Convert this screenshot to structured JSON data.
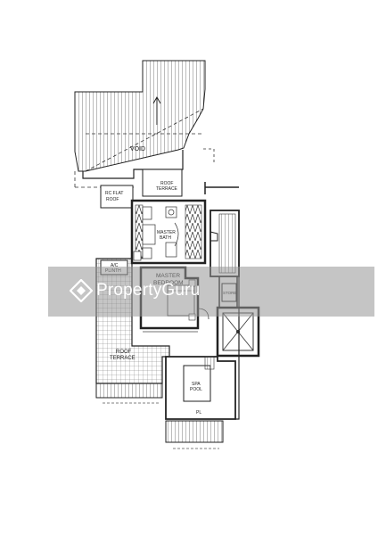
{
  "labels": {
    "void": "VOID",
    "roof_terrace": "ROOF\nTERRACE",
    "rc_flat_roof": "RC FLAT\nROOF",
    "master_bath": "MASTER\nBATH",
    "ac_plinth": "A/C\nPLINTH",
    "master_bedroom": "MASTER\nBEDROOM",
    "store": "STORE",
    "roof_terrace_main": "ROOF\nTERRACE",
    "spa_pool": "SPA\nPOOL",
    "pl": "PL"
  },
  "watermark": {
    "text": "PropertyGuru"
  },
  "icons": {
    "logo": "propertyguru-logo-icon",
    "up_arrow": "up-arrow-icon",
    "skylight": "skylight-cross-icon"
  }
}
